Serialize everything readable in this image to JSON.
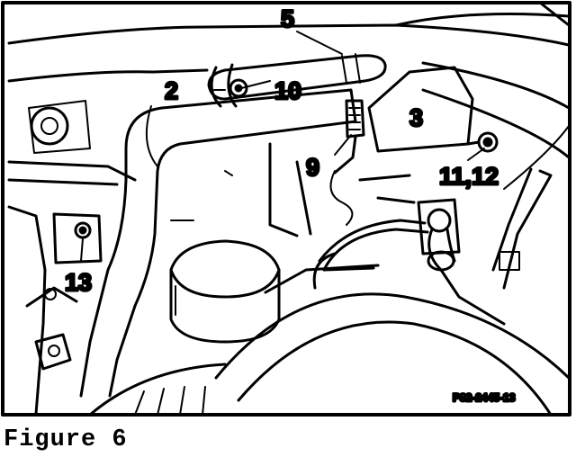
{
  "figure": {
    "caption": "Figure 6",
    "reference_code": "P82-2445-13",
    "callouts": [
      "5",
      "10",
      "2",
      "3",
      "9",
      "11,12",
      "13"
    ]
  }
}
